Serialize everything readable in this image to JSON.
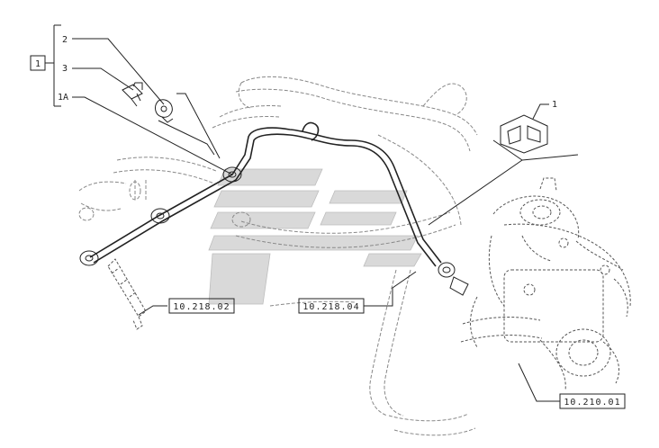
{
  "callouts": {
    "group_label": "1",
    "items": [
      "2",
      "3",
      "1A"
    ],
    "clip_label": "1"
  },
  "references": {
    "ref_left": "10.218.02",
    "ref_middle": "10.218.04",
    "ref_pump": "10.210.01"
  }
}
